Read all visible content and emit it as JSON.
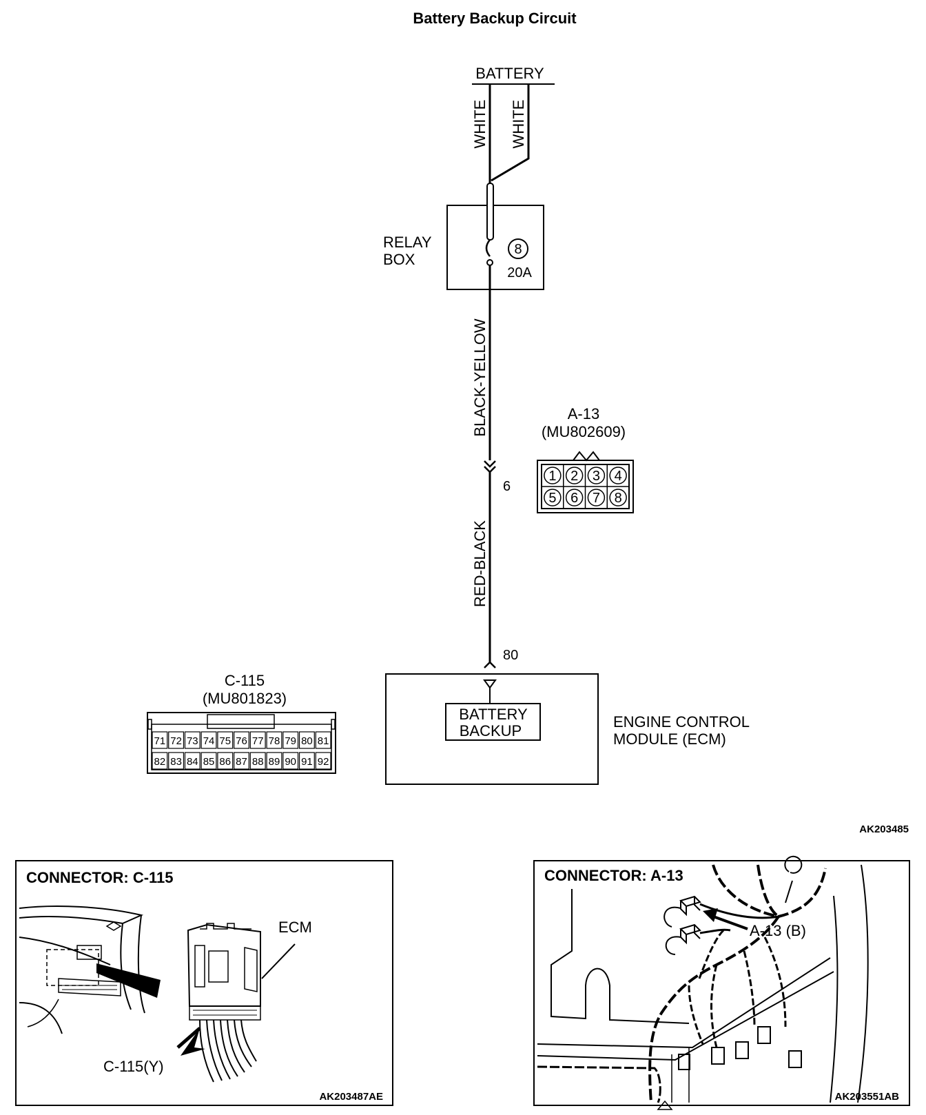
{
  "title": "Battery Backup Circuit",
  "battery": {
    "label": "BATTERY",
    "wire_left": "WHITE",
    "wire_right": "WHITE"
  },
  "relay_box": {
    "label_line1": "RELAY",
    "label_line2": "BOX",
    "fuse_number": "8",
    "fuse_rating": "20A"
  },
  "wire_black_yellow": "BLACK-YELLOW",
  "wire_red_black": "RED-BLACK",
  "a13_connector": {
    "pin_at_splice": "6",
    "name": "A-13",
    "part_number": "(MU802609)",
    "pins_top": [
      "1",
      "2",
      "3",
      "4"
    ],
    "pins_bottom": [
      "5",
      "6",
      "7",
      "8"
    ]
  },
  "ecm": {
    "pin": "80",
    "inner_line1": "BATTERY",
    "inner_line2": "BACKUP",
    "label_line1": "ENGINE CONTROL",
    "label_line2": "MODULE (ECM)"
  },
  "c115_connector": {
    "name": "C-115",
    "part_number": "(MU801823)",
    "pins_top": [
      "71",
      "72",
      "73",
      "74",
      "75",
      "76",
      "77",
      "78",
      "79",
      "80",
      "81"
    ],
    "pins_bottom": [
      "82",
      "83",
      "84",
      "85",
      "86",
      "87",
      "88",
      "89",
      "90",
      "91",
      "92"
    ]
  },
  "diagram_code": "AK203485",
  "panel_c115": {
    "heading": "CONNECTOR: C-115",
    "ecm_label": "ECM",
    "connector_label": "C-115(Y)",
    "code": "AK203487AE"
  },
  "panel_a13": {
    "heading": "CONNECTOR: A-13",
    "connector_label": "A-13 (B)",
    "code": "AK203551AB"
  }
}
